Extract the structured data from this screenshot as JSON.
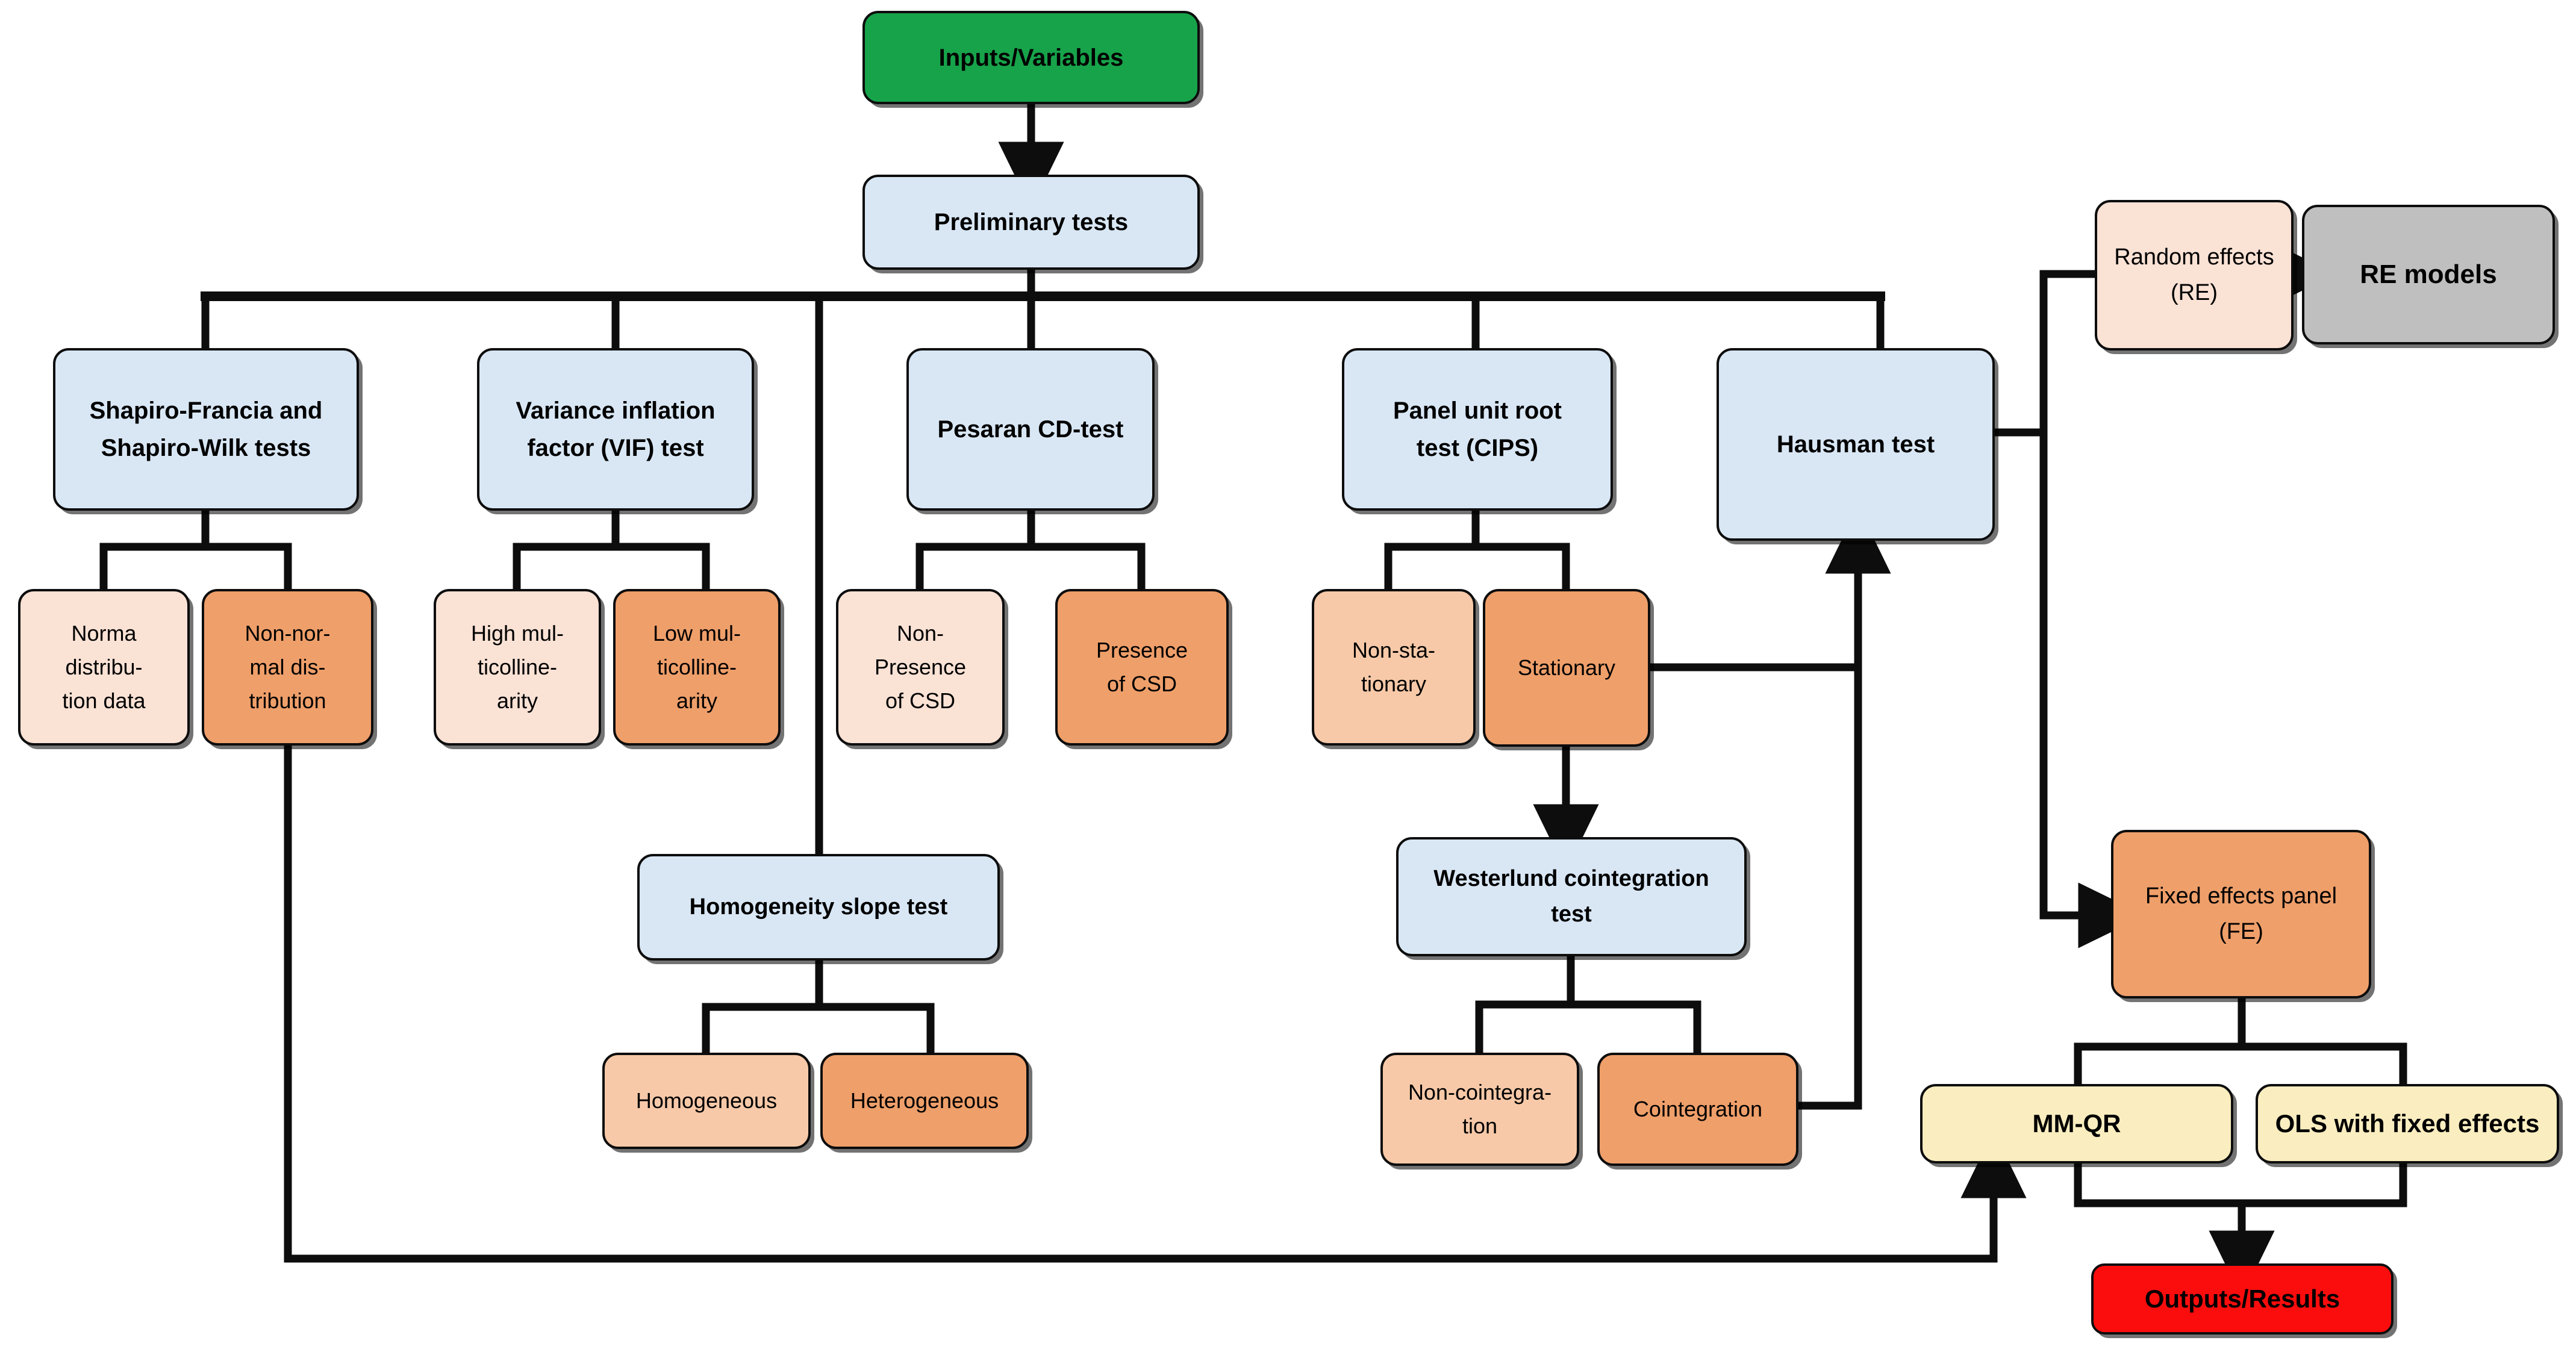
{
  "diagram": {
    "title": "Econometric methodology flowchart",
    "colors": {
      "start": "#17a34a",
      "test": "#d9e7f5",
      "outcome_light": "#fae2d5",
      "outcome_mid": "#f7c9a8",
      "outcome_strong": "#ef9f6a",
      "model": "#faedbf",
      "re_model": "#bfbfbf",
      "end": "#fb0d0d",
      "stroke": "#0d0d0d"
    },
    "nodes": {
      "inputs": "Inputs/Variables",
      "preliminary": "Preliminary tests",
      "shapiro": "Shapiro-Francia and\nShapiro-Wilk tests",
      "normal": "Norma\ndistribu-\ntion data",
      "nonnormal": "Non-nor-\nmal dis-\ntribution",
      "vif": "Variance inflation\nfactor (VIF) test",
      "high_multi": "High mul-\nticolline-\narity",
      "low_multi": "Low mul-\nticolline-\narity",
      "pesaran": "Pesaran CD-test",
      "non_csd": "Non-\nPresence\nof CSD",
      "csd": "Presence\nof CSD",
      "cips": "Panel unit root\ntest (CIPS)",
      "nonstationary": "Non-sta-\ntionary",
      "stationary": "Stationary",
      "hausman": "Hausman test",
      "random_effects": "Random effects\n(RE)",
      "re_models": "RE models",
      "homogeneity": "Homogeneity slope test",
      "homogeneous": "Homogeneous",
      "heterogeneous": "Heterogeneous",
      "westerlund": "Westerlund cointegration\ntest",
      "non_coint": "Non-cointegra-\ntion",
      "coint": "Cointegration",
      "fixed_effects": "Fixed effects panel\n(FE)",
      "mmqr": "MM-QR",
      "ols_fe": "OLS with fixed effects",
      "outputs": "Outputs/Results"
    },
    "edges": [
      {
        "from": "inputs",
        "to": "preliminary",
        "arrow": true
      },
      {
        "from": "preliminary",
        "to": "shapiro",
        "arrow": false
      },
      {
        "from": "preliminary",
        "to": "vif",
        "arrow": false
      },
      {
        "from": "preliminary",
        "to": "homogeneity",
        "arrow": false
      },
      {
        "from": "preliminary",
        "to": "pesaran",
        "arrow": false
      },
      {
        "from": "preliminary",
        "to": "cips",
        "arrow": false
      },
      {
        "from": "preliminary",
        "to": "hausman",
        "arrow": false
      },
      {
        "from": "shapiro",
        "to": "normal",
        "arrow": false
      },
      {
        "from": "shapiro",
        "to": "nonnormal",
        "arrow": false
      },
      {
        "from": "vif",
        "to": "high_multi",
        "arrow": false
      },
      {
        "from": "vif",
        "to": "low_multi",
        "arrow": false
      },
      {
        "from": "pesaran",
        "to": "non_csd",
        "arrow": false
      },
      {
        "from": "pesaran",
        "to": "csd",
        "arrow": false
      },
      {
        "from": "cips",
        "to": "nonstationary",
        "arrow": false
      },
      {
        "from": "cips",
        "to": "stationary",
        "arrow": false
      },
      {
        "from": "stationary",
        "to": "westerlund",
        "arrow": true
      },
      {
        "from": "stationary",
        "to": "hausman",
        "arrow": true
      },
      {
        "from": "homogeneity",
        "to": "homogeneous",
        "arrow": false
      },
      {
        "from": "homogeneity",
        "to": "heterogeneous",
        "arrow": false
      },
      {
        "from": "westerlund",
        "to": "non_coint",
        "arrow": false
      },
      {
        "from": "westerlund",
        "to": "coint",
        "arrow": false
      },
      {
        "from": "coint",
        "to": "hausman",
        "arrow": true
      },
      {
        "from": "hausman",
        "to": "random_effects",
        "arrow": false
      },
      {
        "from": "hausman",
        "to": "fixed_effects",
        "arrow": true
      },
      {
        "from": "random_effects",
        "to": "re_models",
        "arrow": true
      },
      {
        "from": "fixed_effects",
        "to": "mmqr",
        "arrow": false
      },
      {
        "from": "fixed_effects",
        "to": "ols_fe",
        "arrow": false
      },
      {
        "from": "nonnormal",
        "to": "mmqr",
        "arrow": true
      },
      {
        "from": "mmqr",
        "to": "outputs",
        "arrow": true
      },
      {
        "from": "ols_fe",
        "to": "outputs",
        "arrow": true
      }
    ]
  }
}
